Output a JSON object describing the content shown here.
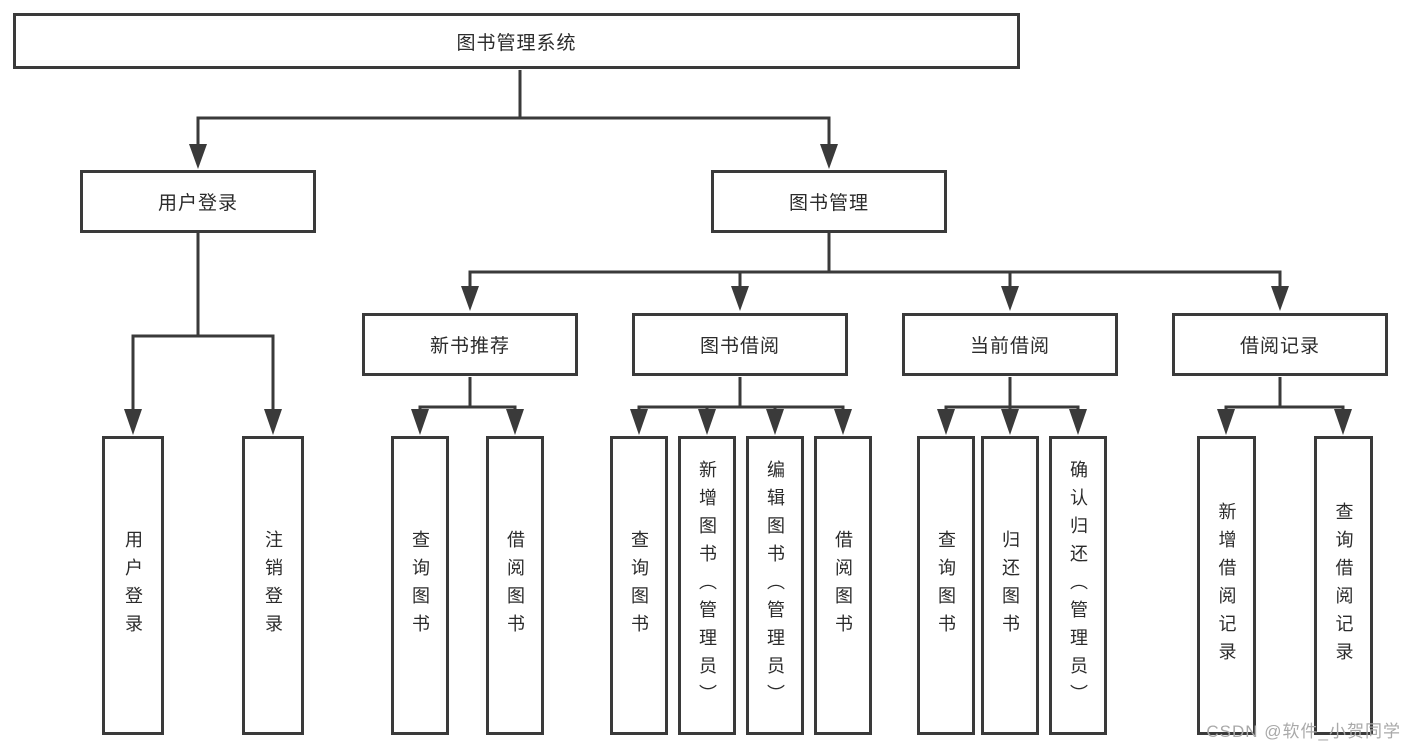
{
  "diagram": {
    "title": "图书管理系统",
    "nodes": {
      "root": "图书管理系统",
      "user_login": "用户登录",
      "book_mgmt": "图书管理",
      "new_book_rec": "新书推荐",
      "book_borrow": "图书借阅",
      "current_borrow": "当前借阅",
      "borrow_records": "借阅记录",
      "leaf_user_login": "用户登录",
      "leaf_logout": "注销登录",
      "leaf_nb_query": "查询图书",
      "leaf_nb_borrow": "借阅图书",
      "leaf_bb_query": "查询图书",
      "leaf_bb_add": "新增图书（管理员）",
      "leaf_bb_edit": "编辑图书（管理员）",
      "leaf_bb_borrow": "借阅图书",
      "leaf_cb_query": "查询图书",
      "leaf_cb_return": "归还图书",
      "leaf_cb_confirm": "确认归还（管理员）",
      "leaf_br_add": "新增借阅记录",
      "leaf_br_query": "查询借阅记录"
    },
    "colors": {
      "line": "#3a3a3a",
      "text": "#2b2b2b",
      "box_background": "#ffffff",
      "watermark": "#a9a9a9"
    }
  },
  "watermark": "CSDN @软件_小贺同学"
}
